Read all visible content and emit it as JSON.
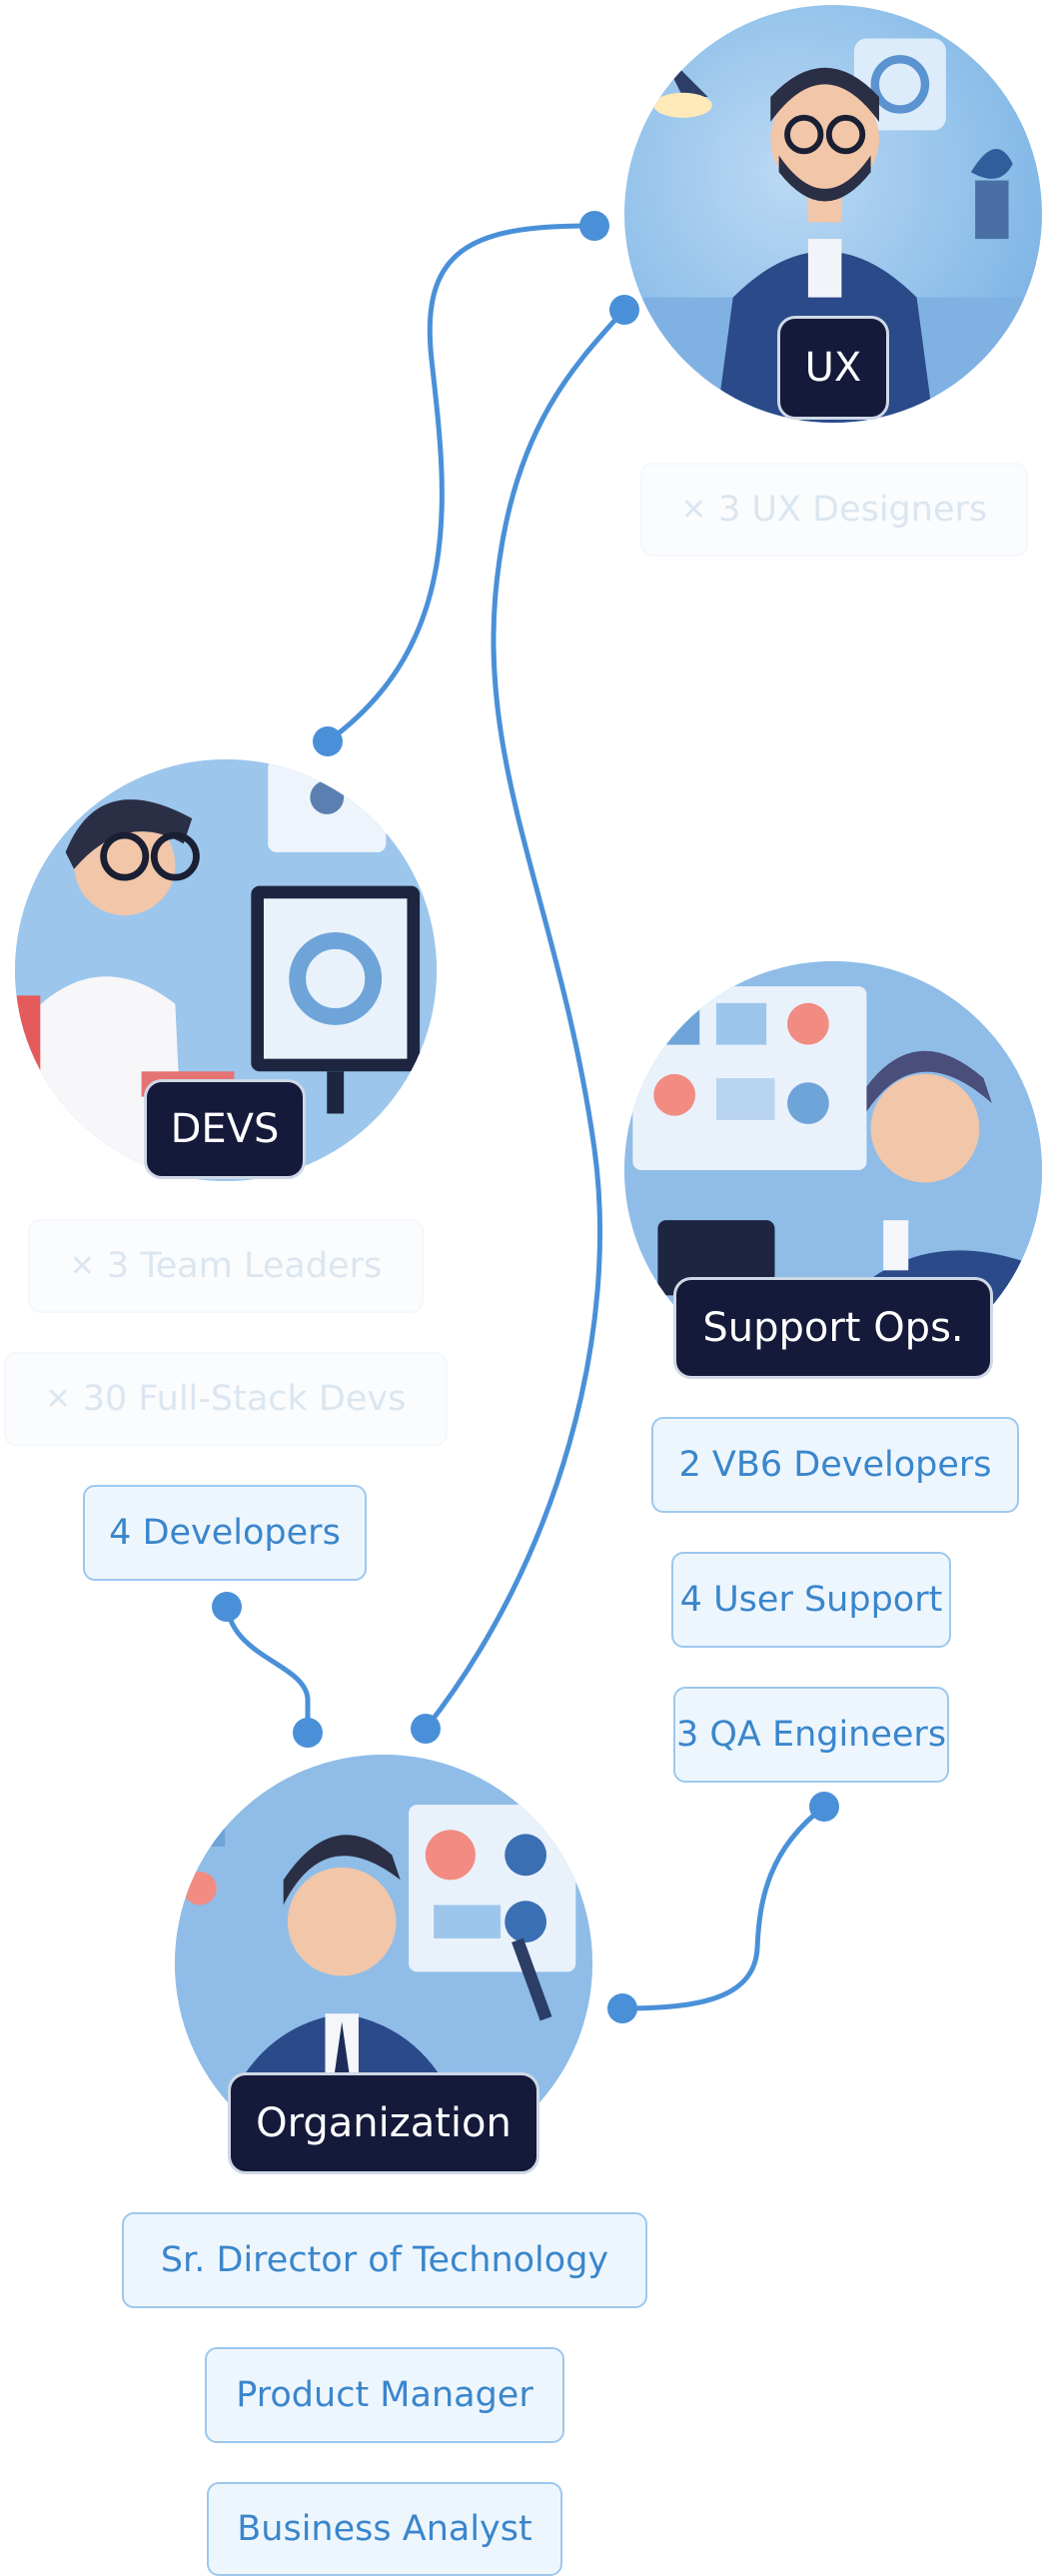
{
  "colors": {
    "connector": "#4a90d9",
    "badge_bg": "#15193a",
    "chip_text": "#3a86cc",
    "chip_border": "#9cc8ee",
    "chip_bg": "#eef6fd"
  },
  "nodes": {
    "ux": {
      "label": "UX",
      "items": [
        {
          "text": "3 UX Designers",
          "icon": "code-icon",
          "faded": true
        }
      ]
    },
    "devs": {
      "label": "DEVS",
      "items": [
        {
          "text": "3 Team Leaders",
          "icon": "code-icon",
          "faded": true
        },
        {
          "text": "30 Full-Stack Devs",
          "icon": "code-icon",
          "faded": true
        },
        {
          "text": "4 Developers",
          "icon": "",
          "faded": false
        }
      ]
    },
    "support": {
      "label": "Support Ops.",
      "items": [
        {
          "text": "2 VB6 Developers",
          "faded": false
        },
        {
          "text": "4 User Support",
          "faded": false
        },
        {
          "text": "3 QA Engineers",
          "faded": false
        }
      ]
    },
    "organization": {
      "label": "Organization",
      "items": [
        {
          "text": "Sr. Director of Technology",
          "faded": false
        },
        {
          "text": "Product Manager",
          "faded": false
        },
        {
          "text": "Business Analyst",
          "faded": false
        }
      ]
    }
  }
}
